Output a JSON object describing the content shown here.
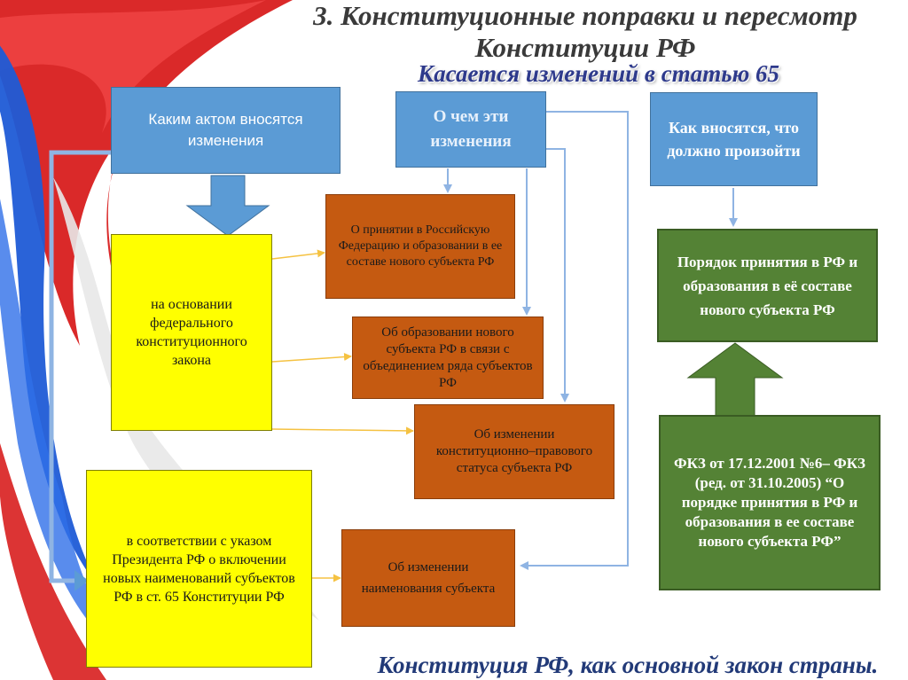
{
  "title": {
    "line1": "3. Конституционные поправки и пересмотр",
    "line2": "Конституции РФ",
    "subtitle": "Касается изменений в статью 65"
  },
  "headers": {
    "act": "Каким актом вносятся изменения",
    "what": "О чем эти изменения",
    "how": "Как вносятся, что должно произойти"
  },
  "basis": {
    "federal_law": "на основании федерального конституционного закона",
    "decree": "в соответствии с указом Президента РФ о включении новых наименований субъектов РФ в ст. 65 Конституции РФ"
  },
  "changes": [
    "О принятии в Российскую Федерацию и образовании в ее составе нового субъекта РФ",
    "Об образовании нового субъекта РФ в связи с объединением ряда субъектов РФ",
    "Об изменении конституционно–правового статуса субъекта РФ",
    "Об изменении наименования субъекта"
  ],
  "procedure": {
    "order": "Порядок принятия в РФ и образования в её составе нового субъекта РФ",
    "law": "ФКЗ от 17.12.2001 №6– ФКЗ (ред. от 31.10.2005) “О порядке принятия в РФ и образования в ее составе нового субъекта РФ”"
  },
  "footer": "Конституция РФ, как основной закон страны.",
  "colors": {
    "blue_box": "#5b9bd5",
    "orange_box": "#c55a11",
    "yellow_box": "#ffff00",
    "green_box": "#548235",
    "connector": "#8fb4e3",
    "gold_arrow": "#f5c242",
    "subtitle": "#2e3a8c",
    "footer": "#223a78"
  }
}
